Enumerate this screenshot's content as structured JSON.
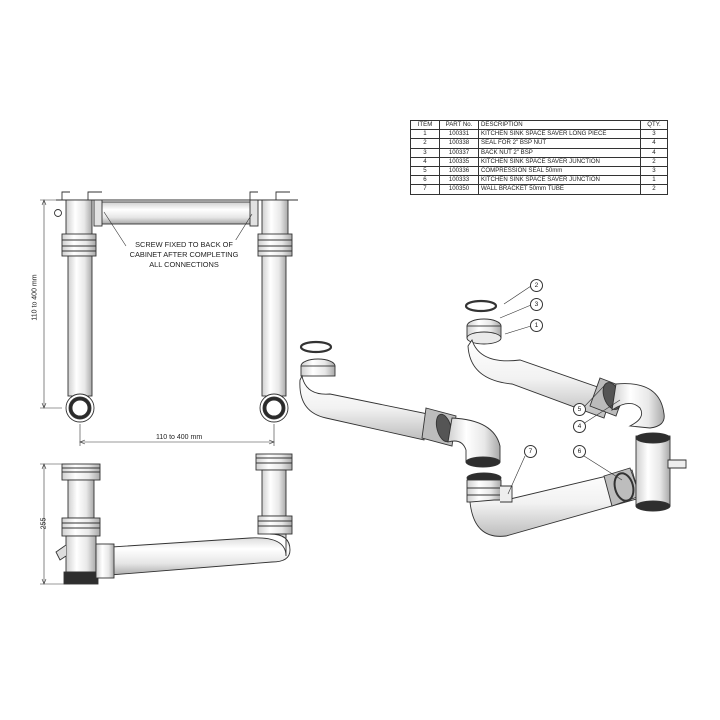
{
  "table": {
    "headers": [
      "ITEM",
      "PART No.",
      "DESCRIPTION",
      "QTY."
    ],
    "rows": [
      {
        "item": "1",
        "part": "100331",
        "desc": "KITCHEN SINK SPACE SAVER LONG PIECE",
        "qty": "3"
      },
      {
        "item": "2",
        "part": "100338",
        "desc": "SEAL FOR 2\" BSP NUT",
        "qty": "4"
      },
      {
        "item": "3",
        "part": "100337",
        "desc": "BACK NUT 2\" BSP",
        "qty": "4"
      },
      {
        "item": "4",
        "part": "100335",
        "desc": "KITCHEN SINK SPACE SAVER JUNCTION",
        "qty": "2"
      },
      {
        "item": "5",
        "part": "100336",
        "desc": "COMPRESSION SEAL 50mm",
        "qty": "3"
      },
      {
        "item": "6",
        "part": "100333",
        "desc": "KITCHEN SINK SPACE SAVER JUNCTION",
        "qty": "1"
      },
      {
        "item": "7",
        "part": "100350",
        "desc": "WALL BRACKET 50mm TUBE",
        "qty": "2"
      }
    ]
  },
  "note": {
    "line1": "SCREW FIXED TO BACK OF",
    "line2": "CABINET AFTER COMPLETING",
    "line3": "ALL CONNECTIONS"
  },
  "dimensions": {
    "vertical_front": "110 to 400 mm",
    "horizontal_front": "110 to 400 mm",
    "height_side": "255"
  },
  "balloons": [
    "2",
    "3",
    "1",
    "5",
    "4",
    "7",
    "6"
  ],
  "colors": {
    "line": "#333333",
    "fill": "#ffffff",
    "shade": "#d9d9d9",
    "dark": "#555555"
  }
}
